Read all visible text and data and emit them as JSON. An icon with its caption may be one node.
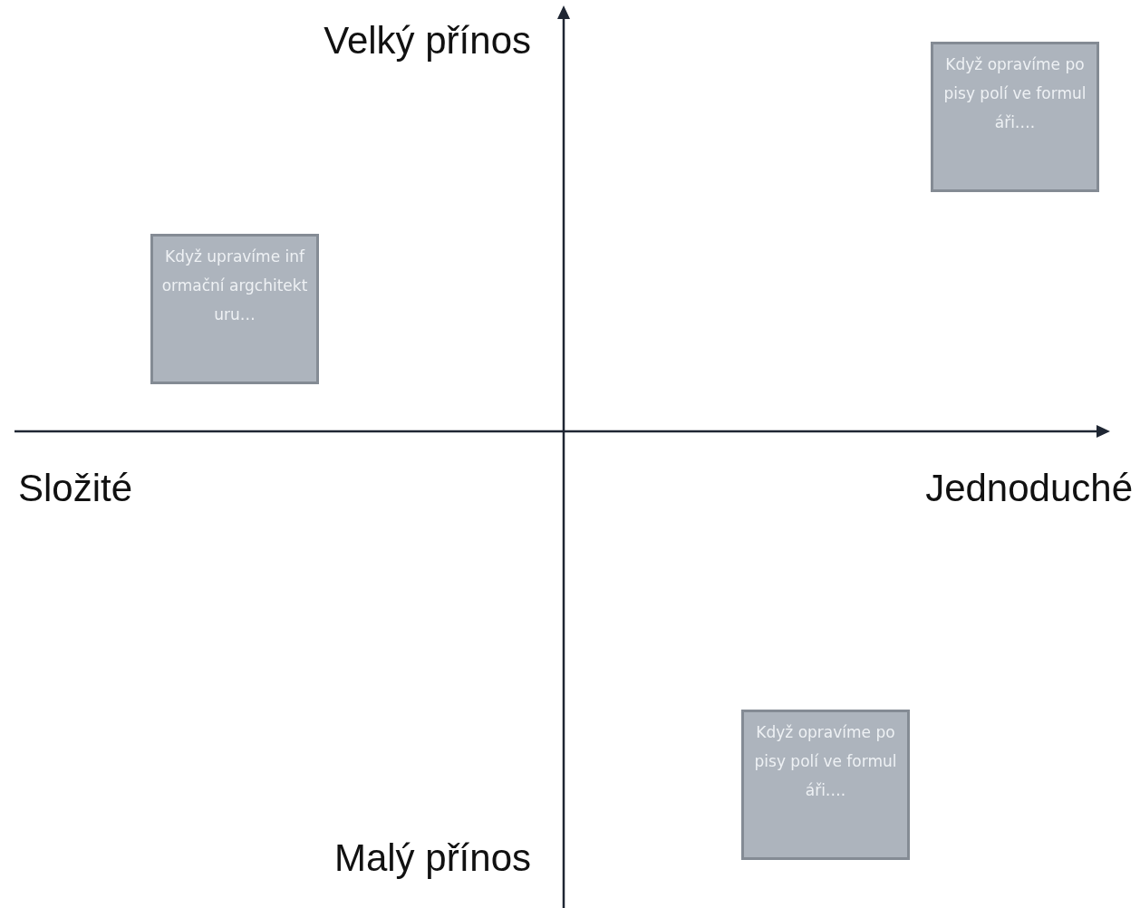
{
  "diagram": {
    "nodes": [
      {
        "text": [
          "Když opravíme popisy polí ve formuláři…."
        ]
      },
      {
        "text": [
          "Když upravíme informační argchitekturu…"
        ]
      },
      {
        "text": [
          "Když opravíme popisy polí ve formuláři…."
        ]
      }
    ],
    "labels": [
      "Velký přínos",
      "Složité",
      "Jednoduché",
      "Malý přínos"
    ]
  }
}
